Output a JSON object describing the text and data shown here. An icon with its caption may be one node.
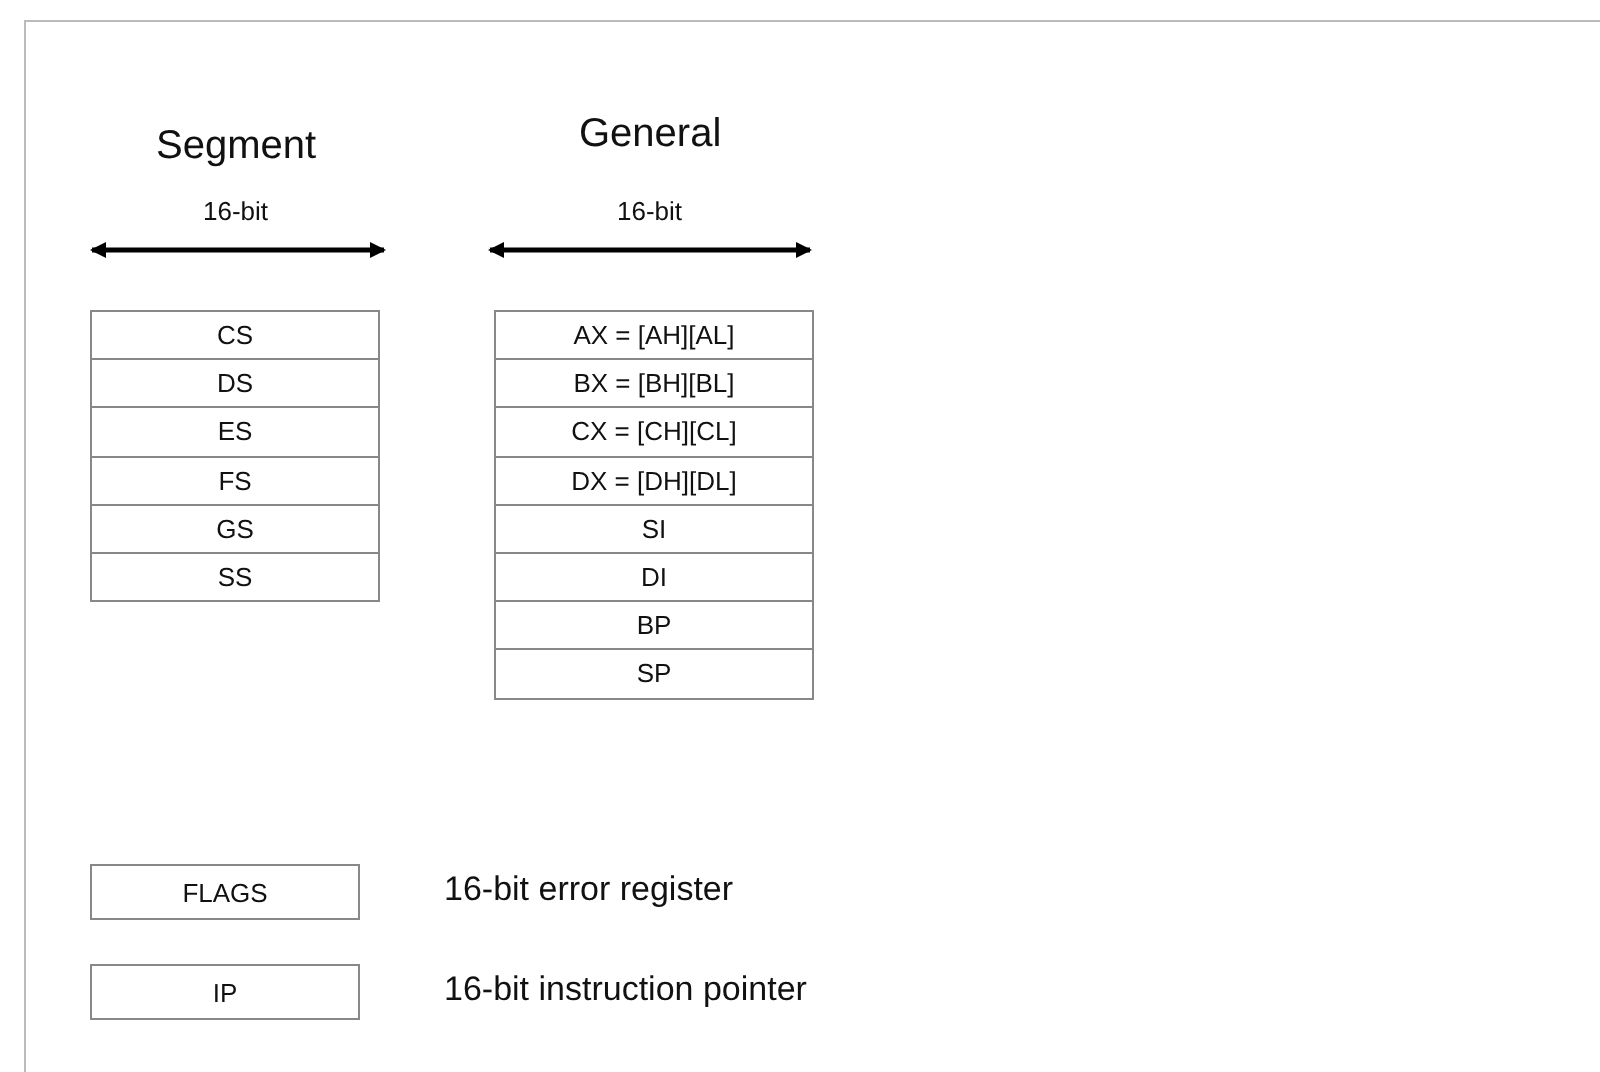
{
  "diagram": {
    "nodes": [
      {
        "text": [
          "CS"
        ]
      },
      {
        "text": [
          "DS"
        ]
      },
      {
        "text": [
          "ES"
        ]
      },
      {
        "text": [
          "FS"
        ]
      },
      {
        "text": [
          "GS"
        ]
      },
      {
        "text": [
          "SS"
        ]
      },
      {
        "text": [
          "AX = [AH][AL]"
        ]
      },
      {
        "text": [
          "BX = [BH][BL]"
        ]
      },
      {
        "text": [
          "CX = [CH][CL]"
        ]
      },
      {
        "text": [
          "DX = [DH][DL]"
        ]
      },
      {
        "text": [
          "SI"
        ]
      },
      {
        "text": [
          "DI"
        ]
      },
      {
        "text": [
          "BP"
        ]
      },
      {
        "text": [
          "SP"
        ]
      },
      {
        "text": [
          "FLAGS"
        ],
        "beside": [
          "16-bit error register"
        ]
      },
      {
        "text": [
          "IP"
        ],
        "beside": [
          "16-bit instruction pointer"
        ]
      }
    ],
    "edges": [],
    "labels": [
      "Segment",
      "General",
      "16-bit",
      "16-bit"
    ]
  }
}
